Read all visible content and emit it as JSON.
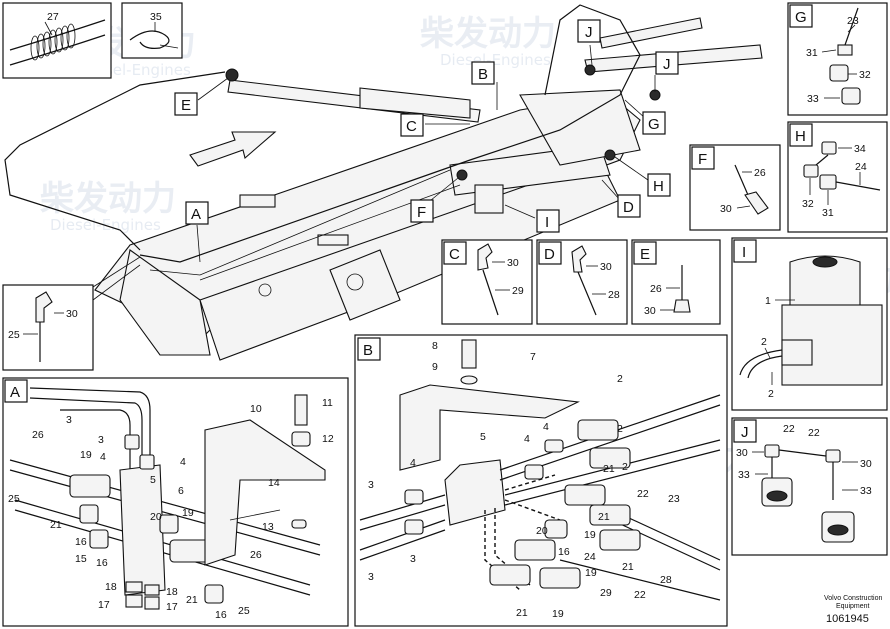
{
  "watermark": {
    "text_cn": "柴发动力",
    "text_en": "Diesel-Engines"
  },
  "footer": {
    "company": "Volvo Construction",
    "subtitle": "Equipment",
    "doc_id": "1061945"
  },
  "callouts": {
    "A": "A",
    "B": "B",
    "C": "C",
    "D": "D",
    "E": "E",
    "F": "F",
    "G": "G",
    "H": "H",
    "I": "I",
    "J": "J"
  },
  "detail_top": {
    "p27": "27",
    "p35": "35"
  },
  "detail_left": {
    "p30": "30",
    "p25": "25"
  },
  "detail_C": {
    "title": "C",
    "p30": "30",
    "p29": "29"
  },
  "detail_D": {
    "title": "D",
    "p30": "30",
    "p28": "28"
  },
  "detail_E": {
    "title": "E",
    "p26": "26",
    "p30": "30"
  },
  "detail_F": {
    "title": "F",
    "p26": "26",
    "p30": "30"
  },
  "detail_G": {
    "title": "G",
    "p23": "23",
    "p31": "31",
    "p32": "32",
    "p33": "33"
  },
  "detail_H": {
    "title": "H",
    "p34": "34",
    "p24": "24",
    "p32": "32",
    "p31": "31"
  },
  "detail_I": {
    "title": "I",
    "p1": "1",
    "p2a": "2",
    "p2b": "2"
  },
  "detail_J": {
    "title": "J",
    "p22a": "22",
    "p22b": "22",
    "p30a": "30",
    "p30b": "30",
    "p33a": "33",
    "p33b": "33"
  },
  "detail_A": {
    "title": "A",
    "labels": [
      "3",
      "3",
      "26",
      "19",
      "4",
      "4",
      "25",
      "21",
      "16",
      "16",
      "15",
      "18",
      "17",
      "5",
      "6",
      "20",
      "19",
      "21",
      "16",
      "18",
      "17",
      "10",
      "11",
      "12",
      "14",
      "13",
      "26",
      "25"
    ]
  },
  "detail_B": {
    "title": "B",
    "labels": [
      "8",
      "9",
      "7",
      "2",
      "4",
      "5",
      "4",
      "2",
      "3",
      "4",
      "21",
      "2",
      "22",
      "23",
      "3",
      "20",
      "16",
      "19",
      "21",
      "24",
      "19",
      "28",
      "21",
      "3",
      "29",
      "22",
      "21",
      "19"
    ]
  }
}
